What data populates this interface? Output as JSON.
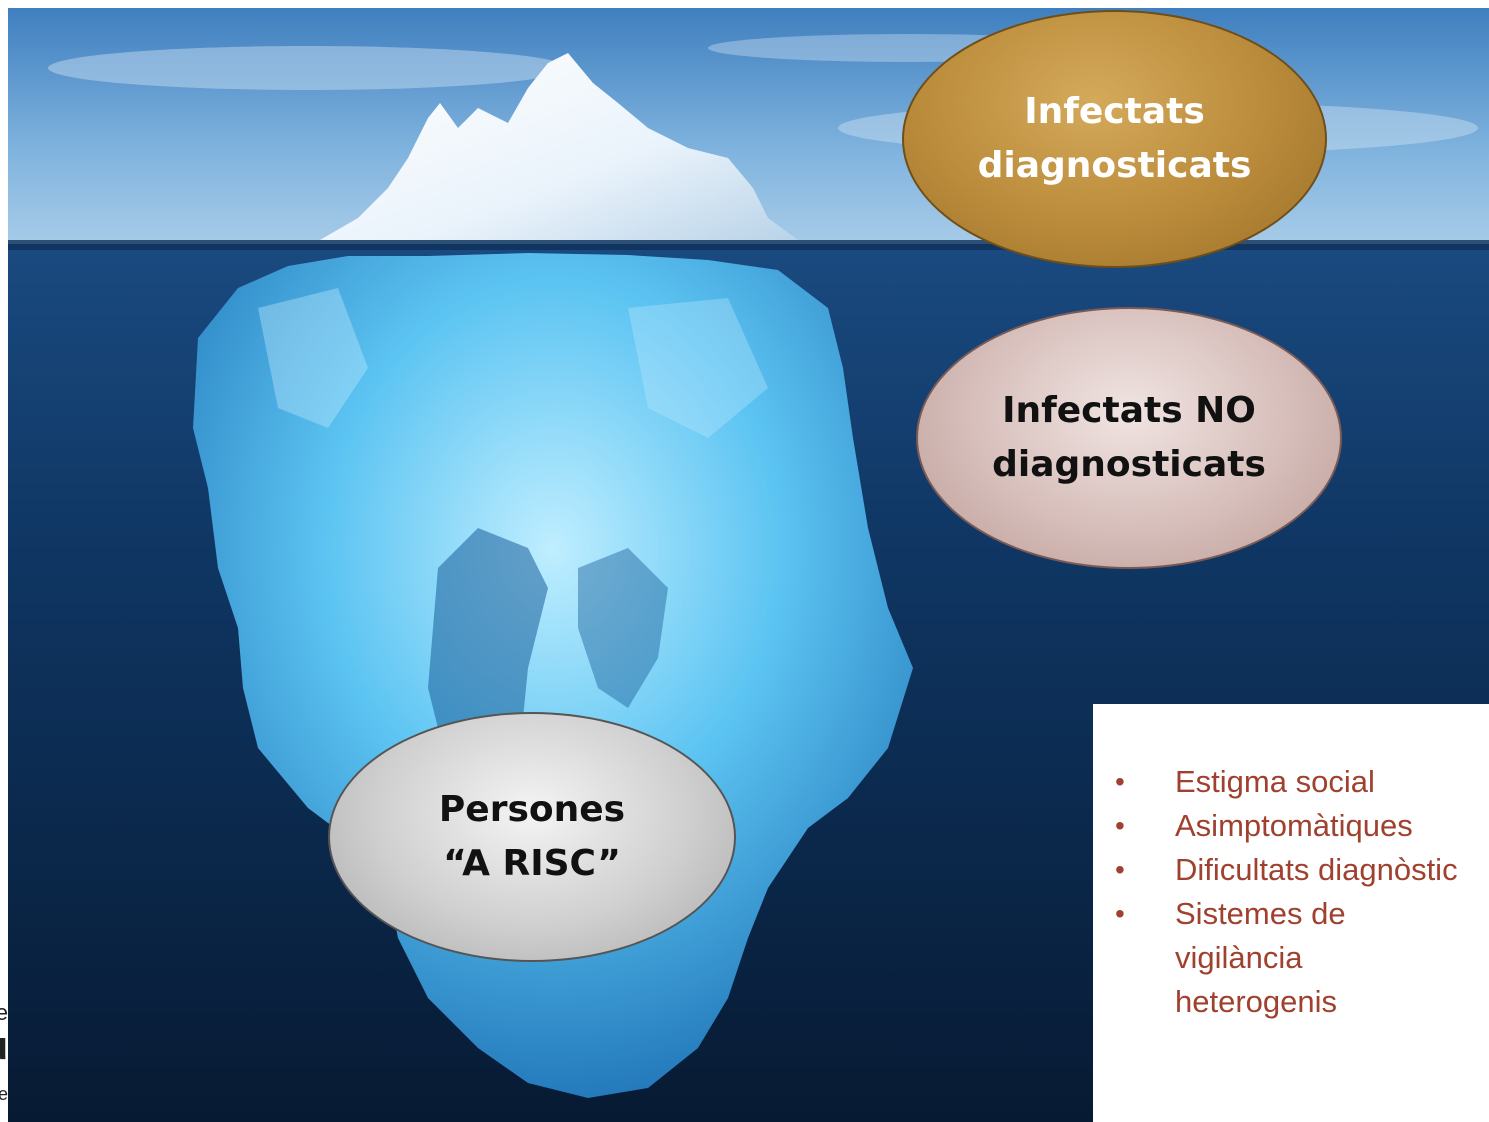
{
  "diagram": {
    "top_label": "Infectats\ndiagnosticats",
    "middle_label": "Infectats NO\ndiagnosticats",
    "bottom_label": "Persones\n“A RISC”",
    "factors": [
      "Estigma social",
      "Asimptomàtiques",
      "Dificultats diagnòstic",
      "Sistemes de vigilància heterogenis"
    ],
    "colors": {
      "sky": "#6fa6d6",
      "sea": "#0b2a4e",
      "ice": "#5fc3f0",
      "gold_ellipse": "#b98a3a",
      "rose_ellipse": "#d6bdb9",
      "grey_ellipse": "#cfcfcf",
      "factor_text": "#a0412f"
    }
  }
}
